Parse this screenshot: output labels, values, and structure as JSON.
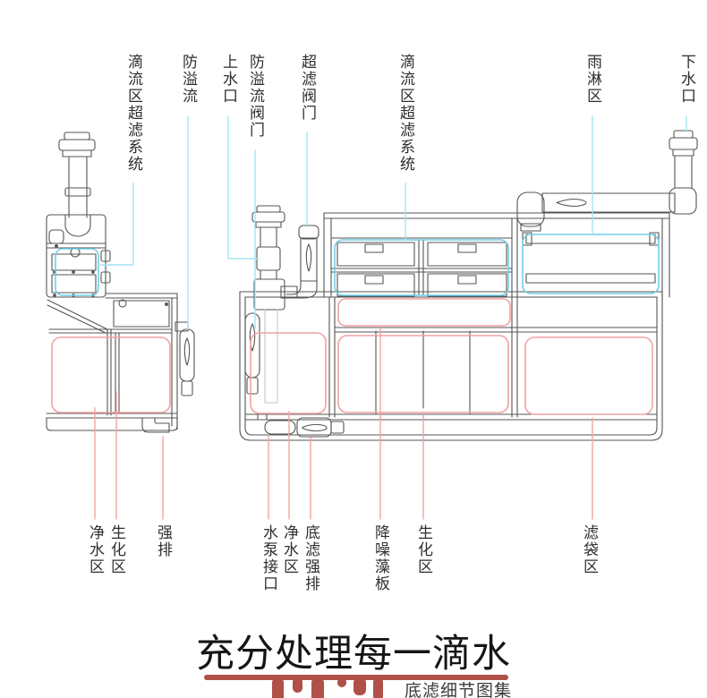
{
  "colors": {
    "line_gray": "#555555",
    "faint_gray": "#c6c6c6",
    "highlight_cyan": "#72cfe6",
    "leader_cyan": "#a5e3f2",
    "highlight_red": "#f2a2a0",
    "leader_red": "#f0a5a3",
    "banner_red": "#b05048",
    "title_black": "#151515"
  },
  "labels": {
    "top": [
      {
        "text": "滴流区超滤系统"
      },
      {
        "text": "防溢流"
      },
      {
        "text": "上水口"
      },
      {
        "text": "防溢流阀门"
      },
      {
        "text": "超滤阀门"
      },
      {
        "text": "滴流区超滤系统"
      },
      {
        "text": "雨淋区"
      },
      {
        "text": "下水口"
      }
    ],
    "bottom": [
      {
        "text": "净水区"
      },
      {
        "text": "生化区"
      },
      {
        "text": "强排"
      },
      {
        "text": "水泵接口"
      },
      {
        "text": "净水区"
      },
      {
        "text": "底滤强排"
      },
      {
        "text": "降噪藻板"
      },
      {
        "text": "生化区"
      },
      {
        "text": "滤袋区"
      }
    ]
  },
  "banner": {
    "title": "充分处理每一滴水",
    "subtitle": "底滤细节图集"
  }
}
